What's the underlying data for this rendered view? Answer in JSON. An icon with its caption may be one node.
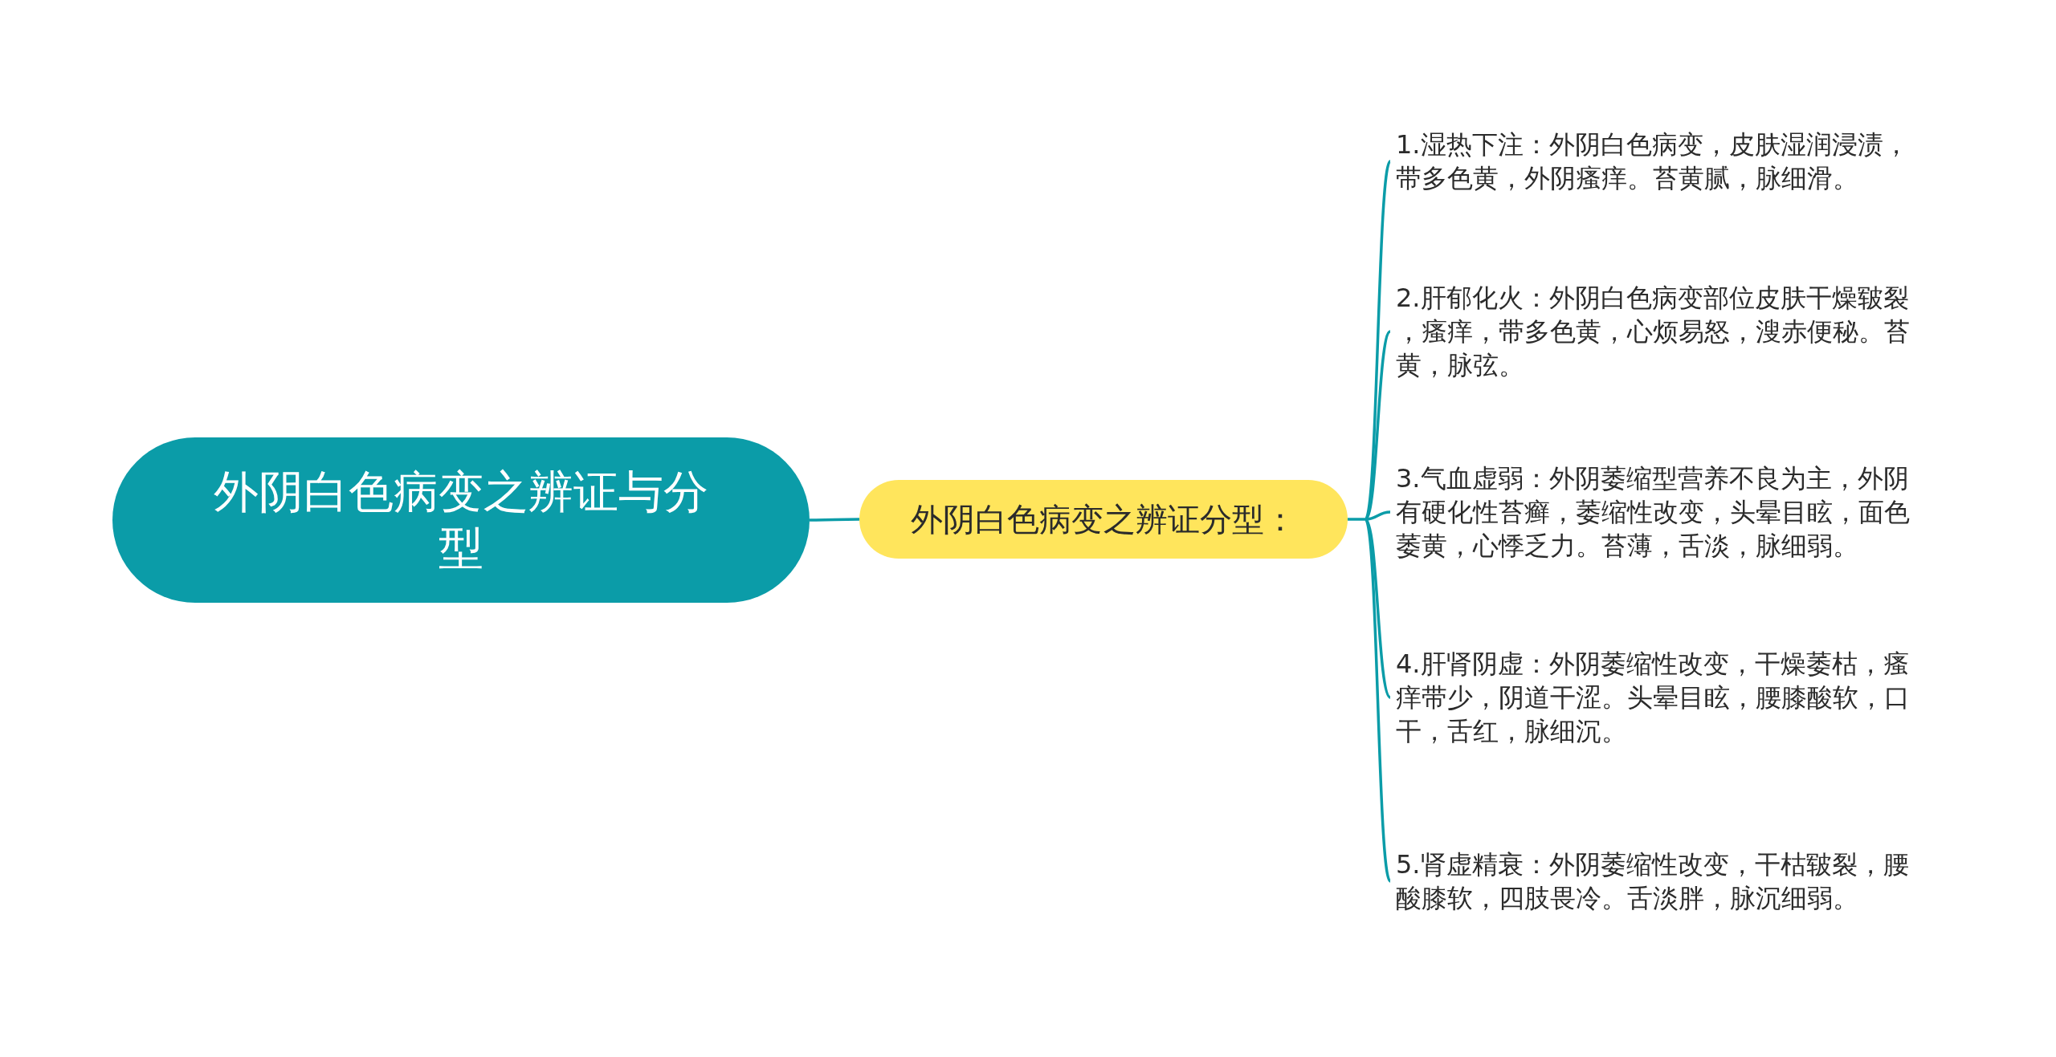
{
  "diagram": {
    "nodes": [
      {
        "text": [
          "外阴白色病变之辨证与分型"
        ]
      },
      {
        "text": [
          "外阴白色病变之辨证分型："
        ]
      },
      {
        "text": [
          "1.湿热下注：外阴白色病变，皮肤湿润浸渍，带多色黄，外阴瘙痒。苔黄腻，脉细滑。"
        ]
      },
      {
        "text": [
          "2.肝郁化火：外阴白色病变部位皮肤干燥皲裂，瘙痒，带多色黄，心烦易怒，溲赤便秘。苔黄，脉弦。"
        ]
      },
      {
        "text": [
          "3.气血虚弱：外阴萎缩型营养不良为主，外阴有硬化性苔癣，萎缩性改变，头晕目眩，面色萎黄，心悸乏力。苔薄，舌淡，脉细弱。"
        ]
      },
      {
        "text": [
          "4.肝肾阴虚：外阴萎缩性改变，干燥萎枯，瘙痒带少，阴道干涩。头晕目眩，腰膝酸软，口干，舌红，脉细沉。"
        ]
      },
      {
        "text": [
          "5.肾虚精衰：外阴萎缩性改变，干枯皲裂，腰酸膝软，四肢畏冷。舌淡胖，脉沉细弱。"
        ]
      }
    ],
    "edges": [
      {
        "from": 0,
        "to": 1,
        "arrow": "none"
      },
      {
        "from": 1,
        "to": 2,
        "arrow": "none"
      },
      {
        "from": 1,
        "to": 3,
        "arrow": "none"
      },
      {
        "from": 1,
        "to": 4,
        "arrow": "none"
      },
      {
        "from": 1,
        "to": 5,
        "arrow": "none"
      },
      {
        "from": 1,
        "to": 6,
        "arrow": "none"
      }
    ]
  }
}
